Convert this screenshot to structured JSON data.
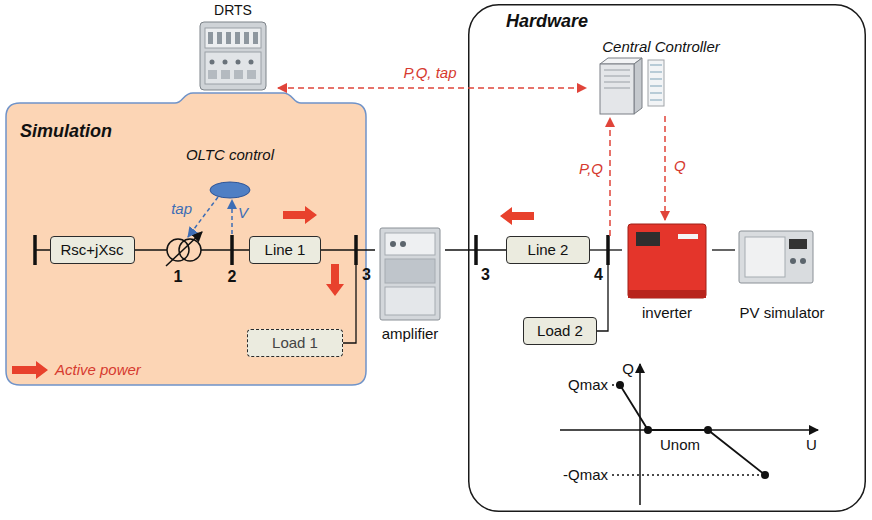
{
  "diagram": {
    "nodes": [
      {
        "text": [
          "DRTS"
        ]
      },
      {
        "text": [
          "Hardware"
        ]
      },
      {
        "text": [
          "Central Controller"
        ],
        "in": 1
      },
      {
        "text": [
          "Simulation"
        ]
      },
      {
        "text": [
          "OLTC control"
        ],
        "in": 3
      },
      {
        "text": [
          "Rsc+jXsc"
        ],
        "in": 3
      },
      {
        "text": [
          "Line 1"
        ],
        "in": 3
      },
      {
        "text": [
          "Load 1"
        ],
        "in": 3
      },
      {
        "text": [
          "amplifier"
        ]
      },
      {
        "text": [
          "Line 2"
        ],
        "in": 1
      },
      {
        "text": [
          "Load 2"
        ],
        "in": 1
      },
      {
        "text": [
          "inverter"
        ],
        "in": 1
      },
      {
        "text": [
          "PV simulator"
        ],
        "in": 1
      }
    ],
    "edges": [
      {
        "from": 0,
        "to": 2,
        "label": "P,Q, tap",
        "arrow": "both"
      },
      {
        "from": 2,
        "to": 11,
        "label": "Q",
        "arrow": "to"
      },
      {
        "from": 6,
        "to": 8,
        "arrow": "none"
      },
      {
        "from": 8,
        "to": 9,
        "arrow": "none"
      },
      {
        "from": 9,
        "to": 11,
        "arrow": "none"
      },
      {
        "from": 11,
        "to": 12,
        "arrow": "none"
      }
    ],
    "labels": [
      "tap",
      "V",
      "1",
      "2",
      "3",
      "3",
      "4",
      "P,Q",
      "Q",
      "Qmax",
      "Unom",
      "U",
      "-Qmax"
    ],
    "legend": [
      {
        "text": "Active power"
      }
    ]
  }
}
